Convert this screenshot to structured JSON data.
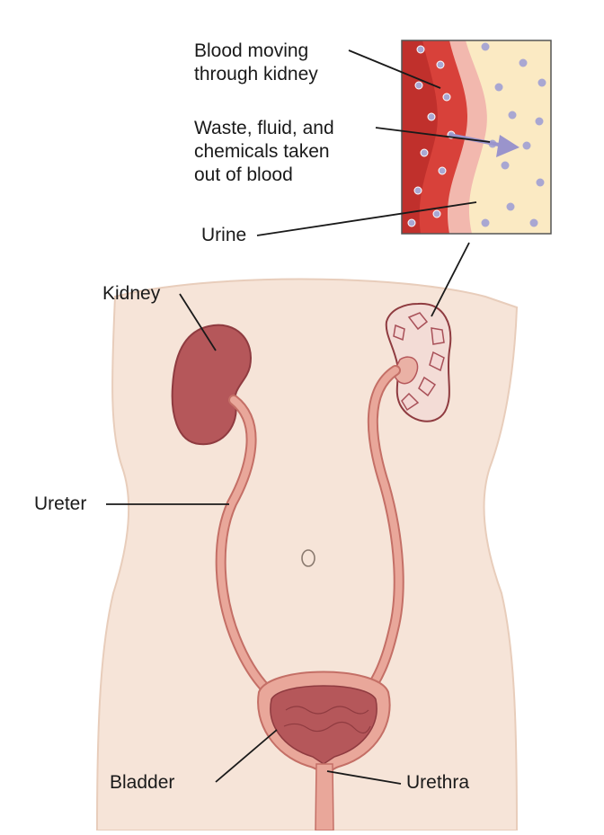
{
  "labels": {
    "blood": [
      "Blood moving",
      "through kidney"
    ],
    "waste": [
      "Waste, fluid, and",
      "chemicals taken",
      "out of blood"
    ],
    "urine": "Urine",
    "kidney": "Kidney",
    "ureter": "Ureter",
    "bladder": "Bladder",
    "urethra": "Urethra"
  },
  "colors": {
    "skin": "#f6e4d8",
    "skin_outline": "#e8cdbb",
    "kidney": "#b5575a",
    "kidney_dark": "#8f3b40",
    "ureter": "#e9a79a",
    "ureter_outline": "#c46f66",
    "blood": "#d8413a",
    "vessel_wall": "#f2b8ae",
    "fluid": "#fbeac3",
    "particle": "#a9a7d2",
    "arrow": "#9a94cc"
  }
}
